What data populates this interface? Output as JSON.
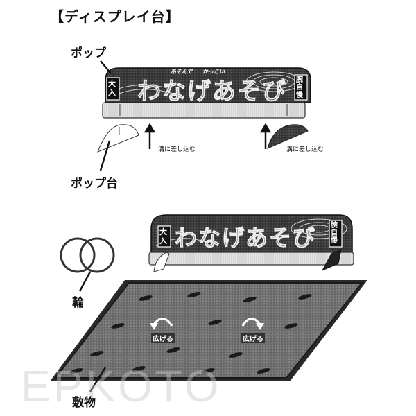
{
  "title": "【ディスプレイ台】",
  "upper_display": {
    "labels": {
      "pop": "ポップ",
      "pop_stand": "ポップ台",
      "insert_left": "溝に差し込む",
      "insert_right": "溝に差し込む"
    },
    "banner": {
      "main_text": "わなげあそび",
      "ruby_left": "あそんで",
      "ruby_right": "かっこい",
      "left_tag": "大入",
      "right_tag": "腕自慢"
    }
  },
  "lower_display": {
    "banner": {
      "main_text": "わなげあそび",
      "left_tag": "大入",
      "right_tag": "腕自慢"
    },
    "labels": {
      "ring": "輪",
      "mat": "敷物",
      "unfold_left": "広げる",
      "unfold_right": "広げる"
    }
  },
  "watermark": "EPKOTO",
  "colors": {
    "banner_dark": "#2a2a2a",
    "base_light": "#d8d8d8",
    "mat_fill": "#6a6a6a",
    "mat_border": "#222222"
  }
}
